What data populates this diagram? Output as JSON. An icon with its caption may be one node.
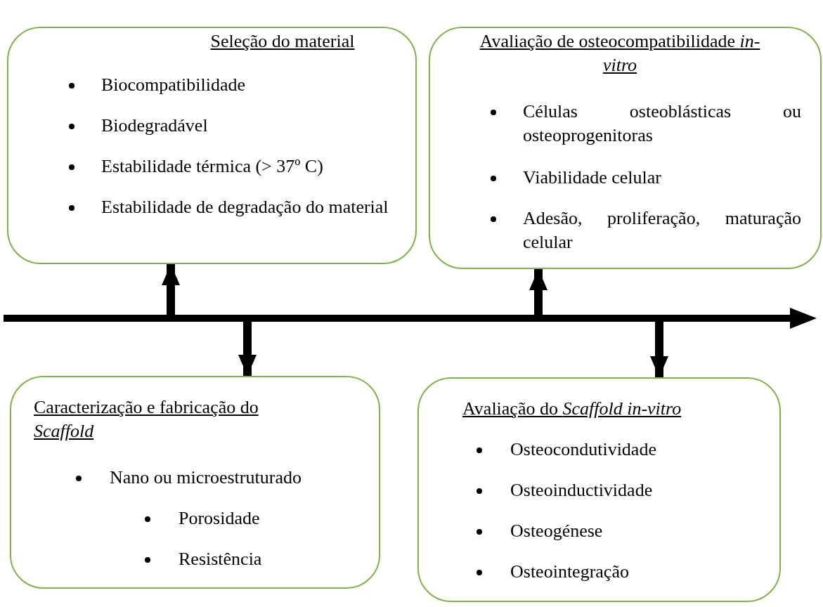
{
  "diagram": {
    "nodes": [
      {
        "text": [
          "Seleção do material",
          "Biocompatibilidade",
          "Biodegradável",
          "Estabilidade térmica (> 37º C)",
          "Estabilidade de degradação do material"
        ]
      },
      {
        "text": [
          "Avaliação de osteocompatibilidade *in-vitro*",
          "Células osteoblásticas ou osteoprogenitoras",
          "Viabilidade celular",
          "Adesão, proliferação, maturação celular"
        ]
      },
      {
        "text": [
          "Caracterização e fabricação do *Scaffold*",
          "Nano ou microestruturado",
          "Porosidade",
          "Resistência"
        ]
      },
      {
        "text": [
          "Avaliação do *Scaffold in-vitro*",
          "Osteocondutividade",
          "Osteoinductividade",
          "Osteogénese",
          "Osteointegração"
        ]
      },
      {
        "text": [],
        "shape": "bar"
      }
    ],
    "edges": [
      {
        "from": 4,
        "to": 0,
        "arrow": "to"
      },
      {
        "from": 4,
        "to": 2,
        "arrow": "to"
      },
      {
        "from": 4,
        "to": 1,
        "arrow": "to"
      },
      {
        "from": 4,
        "to": 3,
        "arrow": "to"
      }
    ]
  }
}
